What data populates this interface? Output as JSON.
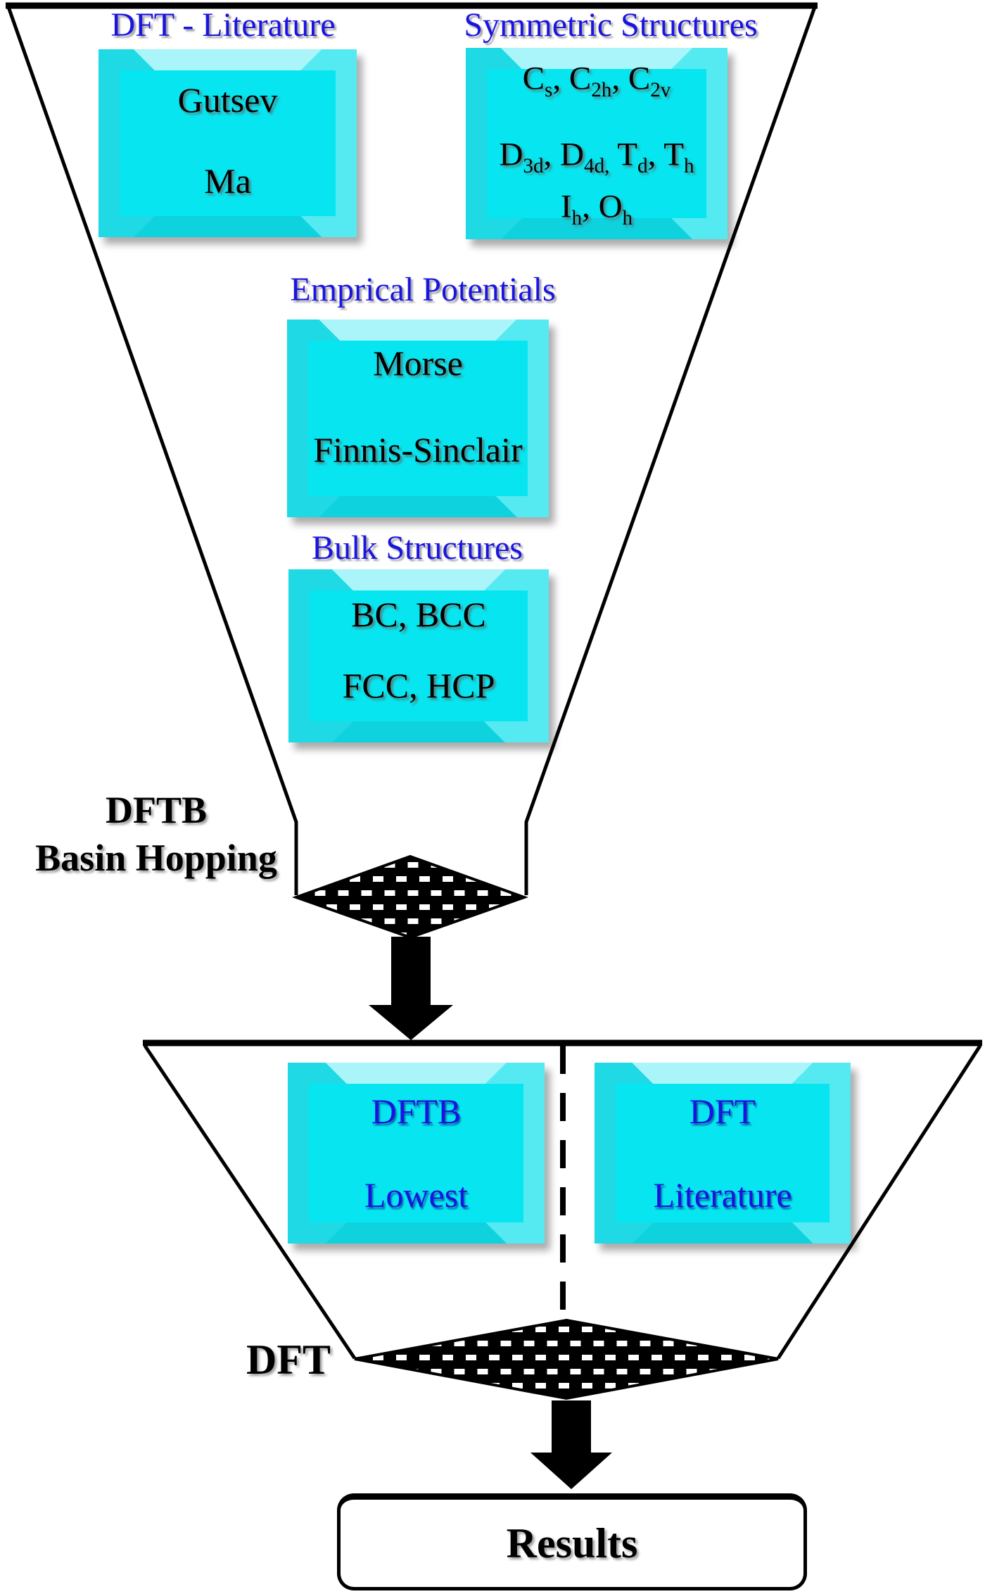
{
  "colors": {
    "box_fill": "#07e6f0",
    "bevel_top": "#a9f5fa",
    "bevel_left": "#1fd9e5",
    "bevel_right": "#55eaf2",
    "bevel_bottom": "#0ed2de",
    "heading_blue": "#1a14e0",
    "body_black": "#000000"
  },
  "funnel1": {
    "header_left": "DFT - Literature",
    "header_right": "Symmetric Structures",
    "box_literature": {
      "lines": [
        "Gutsev",
        "Ma"
      ]
    },
    "box_symmetric": {
      "lines": [
        "C~s~, C~2h~, C~2v~",
        "D~3d~, D~4d,~ T~d~, T~h~",
        "I~h~, O~h~"
      ]
    },
    "header_empirical": "Emprical Potentials",
    "box_empirical": {
      "lines": [
        "Morse",
        "Finnis-Sinclair"
      ]
    },
    "header_bulk": "Bulk Structures",
    "box_bulk": {
      "lines": [
        "BC, BCC",
        "FCC, HCP"
      ]
    },
    "side_label_lines": [
      "DFTB",
      "Basin Hopping"
    ]
  },
  "funnel2": {
    "box_dftb": {
      "lines": [
        "DFTB",
        "Lowest"
      ]
    },
    "box_dft": {
      "lines": [
        "DFT",
        "Literature"
      ]
    },
    "side_label": "DFT"
  },
  "result": {
    "label": "Results"
  }
}
